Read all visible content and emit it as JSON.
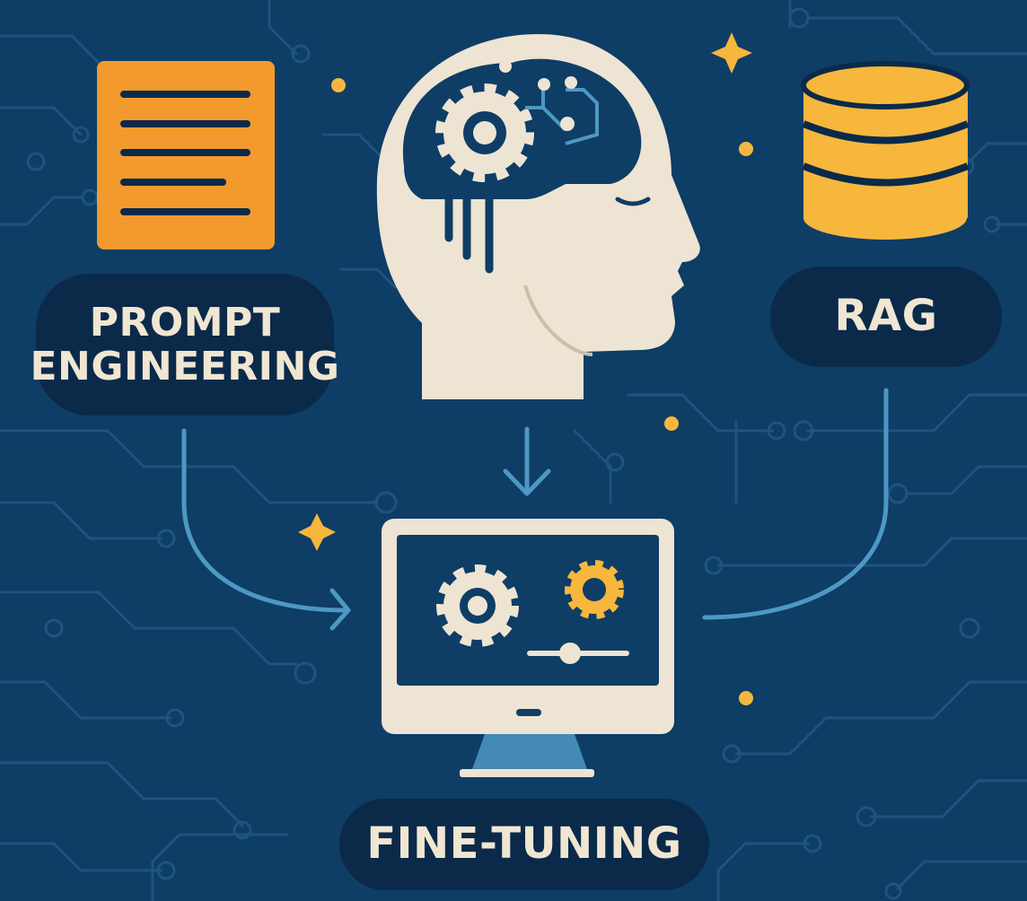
{
  "labels": {
    "prompt_line1": "PROMPT",
    "prompt_line2": "ENGINEERING",
    "rag": "RAG",
    "fine_tuning": "FINE-TUNING"
  },
  "colors": {
    "background": "#0e3d66",
    "pill": "#0b2a4a",
    "text": "#f0e6d2",
    "cream": "#ede4d3",
    "orange": "#f39a2e",
    "gold": "#f6b73c",
    "arrow_blue": "#4d98c4",
    "circuit": "#1d5480"
  },
  "icons": [
    "document-icon",
    "brain-head-icon",
    "database-icon",
    "computer-monitor-icon",
    "gear-icon",
    "slider-icon",
    "sparkle-icon",
    "arrow-icon"
  ]
}
